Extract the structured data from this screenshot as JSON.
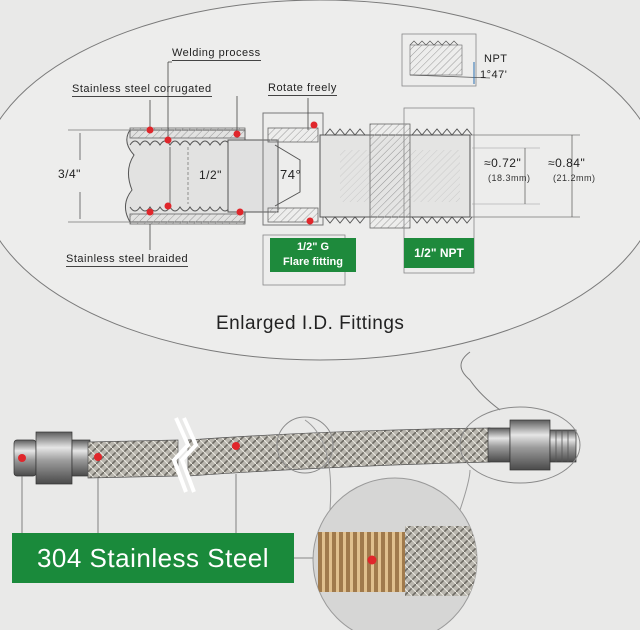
{
  "labels": {
    "welding_process": "Welding process",
    "stainless_corrugated": "Stainless steel corrugated",
    "rotate_freely": "Rotate freely",
    "stainless_braided": "Stainless steel braided",
    "npt": "NPT",
    "thread_angle": "1°47'",
    "dia_three_quarter": "3/4\"",
    "dia_half": "1/2\"",
    "angle_74": "74°",
    "dim_072": "≈0.72\"",
    "dim_183": "(18.3mm)",
    "dim_084": "≈0.84\"",
    "dim_212": "(21.2mm)"
  },
  "badges": {
    "flare_line1": "1/2\" G",
    "flare_line2": "Flare fitting",
    "npt": "1/2\" NPT",
    "steel": "304 Stainless Steel"
  },
  "caption": "Enlarged I.D. Fittings",
  "colors": {
    "accent_green": "#1e8a3c",
    "marker_red": "#e0262b",
    "line": "#6a6a6a",
    "hatch": "#9a9a9a"
  }
}
